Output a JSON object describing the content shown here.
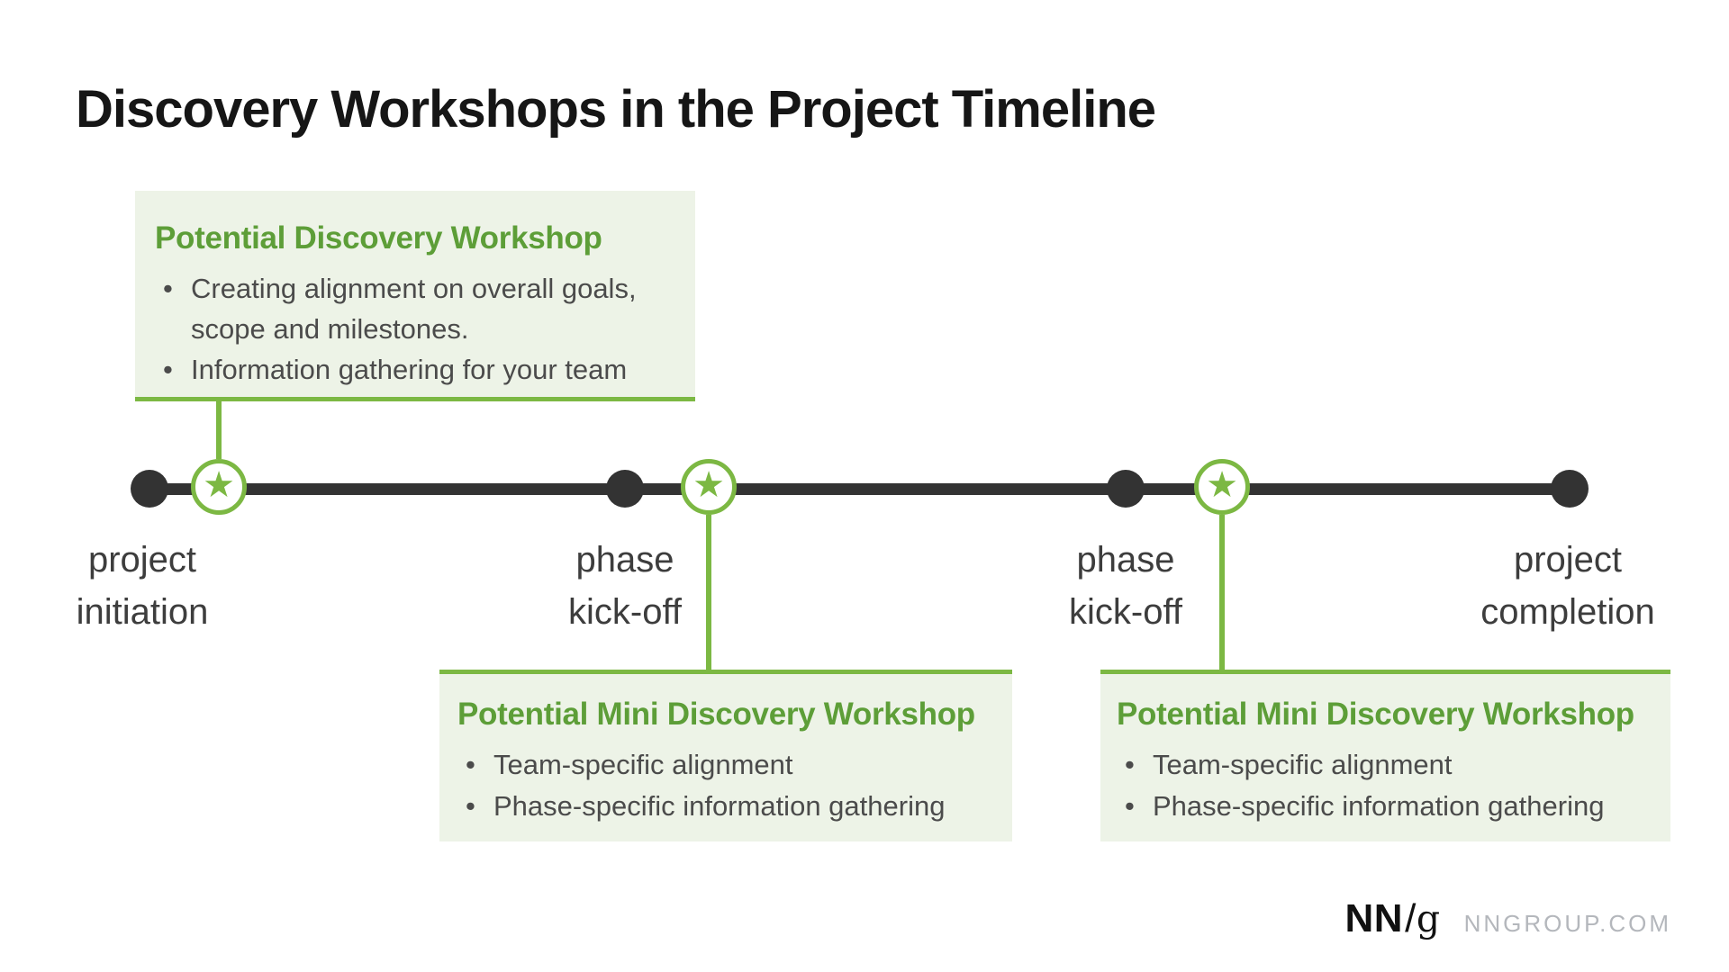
{
  "title": "Discovery Workshops in the Project Timeline",
  "bullet_glyph": "•",
  "star_glyph": "★",
  "colors": {
    "accent_green": "#7cb843",
    "heading_green": "#5d9e38",
    "callout_bg": "#edf3e7",
    "timeline_dark": "#333333",
    "body_text": "#4b4b4b",
    "label_text": "#3d3d3d",
    "logo_gray": "#b4b7bc"
  },
  "callouts": {
    "top": {
      "title": "Potential Discovery Workshop",
      "bullets": [
        "Creating alignment on overall goals, scope and milestones.",
        "Information gathering for your team"
      ]
    },
    "bottom_left": {
      "title": "Potential Mini Discovery Workshop",
      "bullets": [
        "Team-specific alignment",
        "Phase-specific information gathering"
      ]
    },
    "bottom_right": {
      "title": "Potential Mini Discovery Workshop",
      "bullets": [
        "Team-specific alignment",
        "Phase-specific information gathering"
      ]
    }
  },
  "timeline": {
    "milestones": [
      {
        "line1": "project",
        "line2": "initiation"
      },
      {
        "line1": "phase",
        "line2": "kick-off"
      },
      {
        "line1": "phase",
        "line2": "kick-off"
      },
      {
        "line1": "project",
        "line2": "completion"
      }
    ]
  },
  "footer": {
    "logo_nn": "NN",
    "logo_slash": "/",
    "logo_g": "g",
    "site": "NNGROUP.COM"
  }
}
